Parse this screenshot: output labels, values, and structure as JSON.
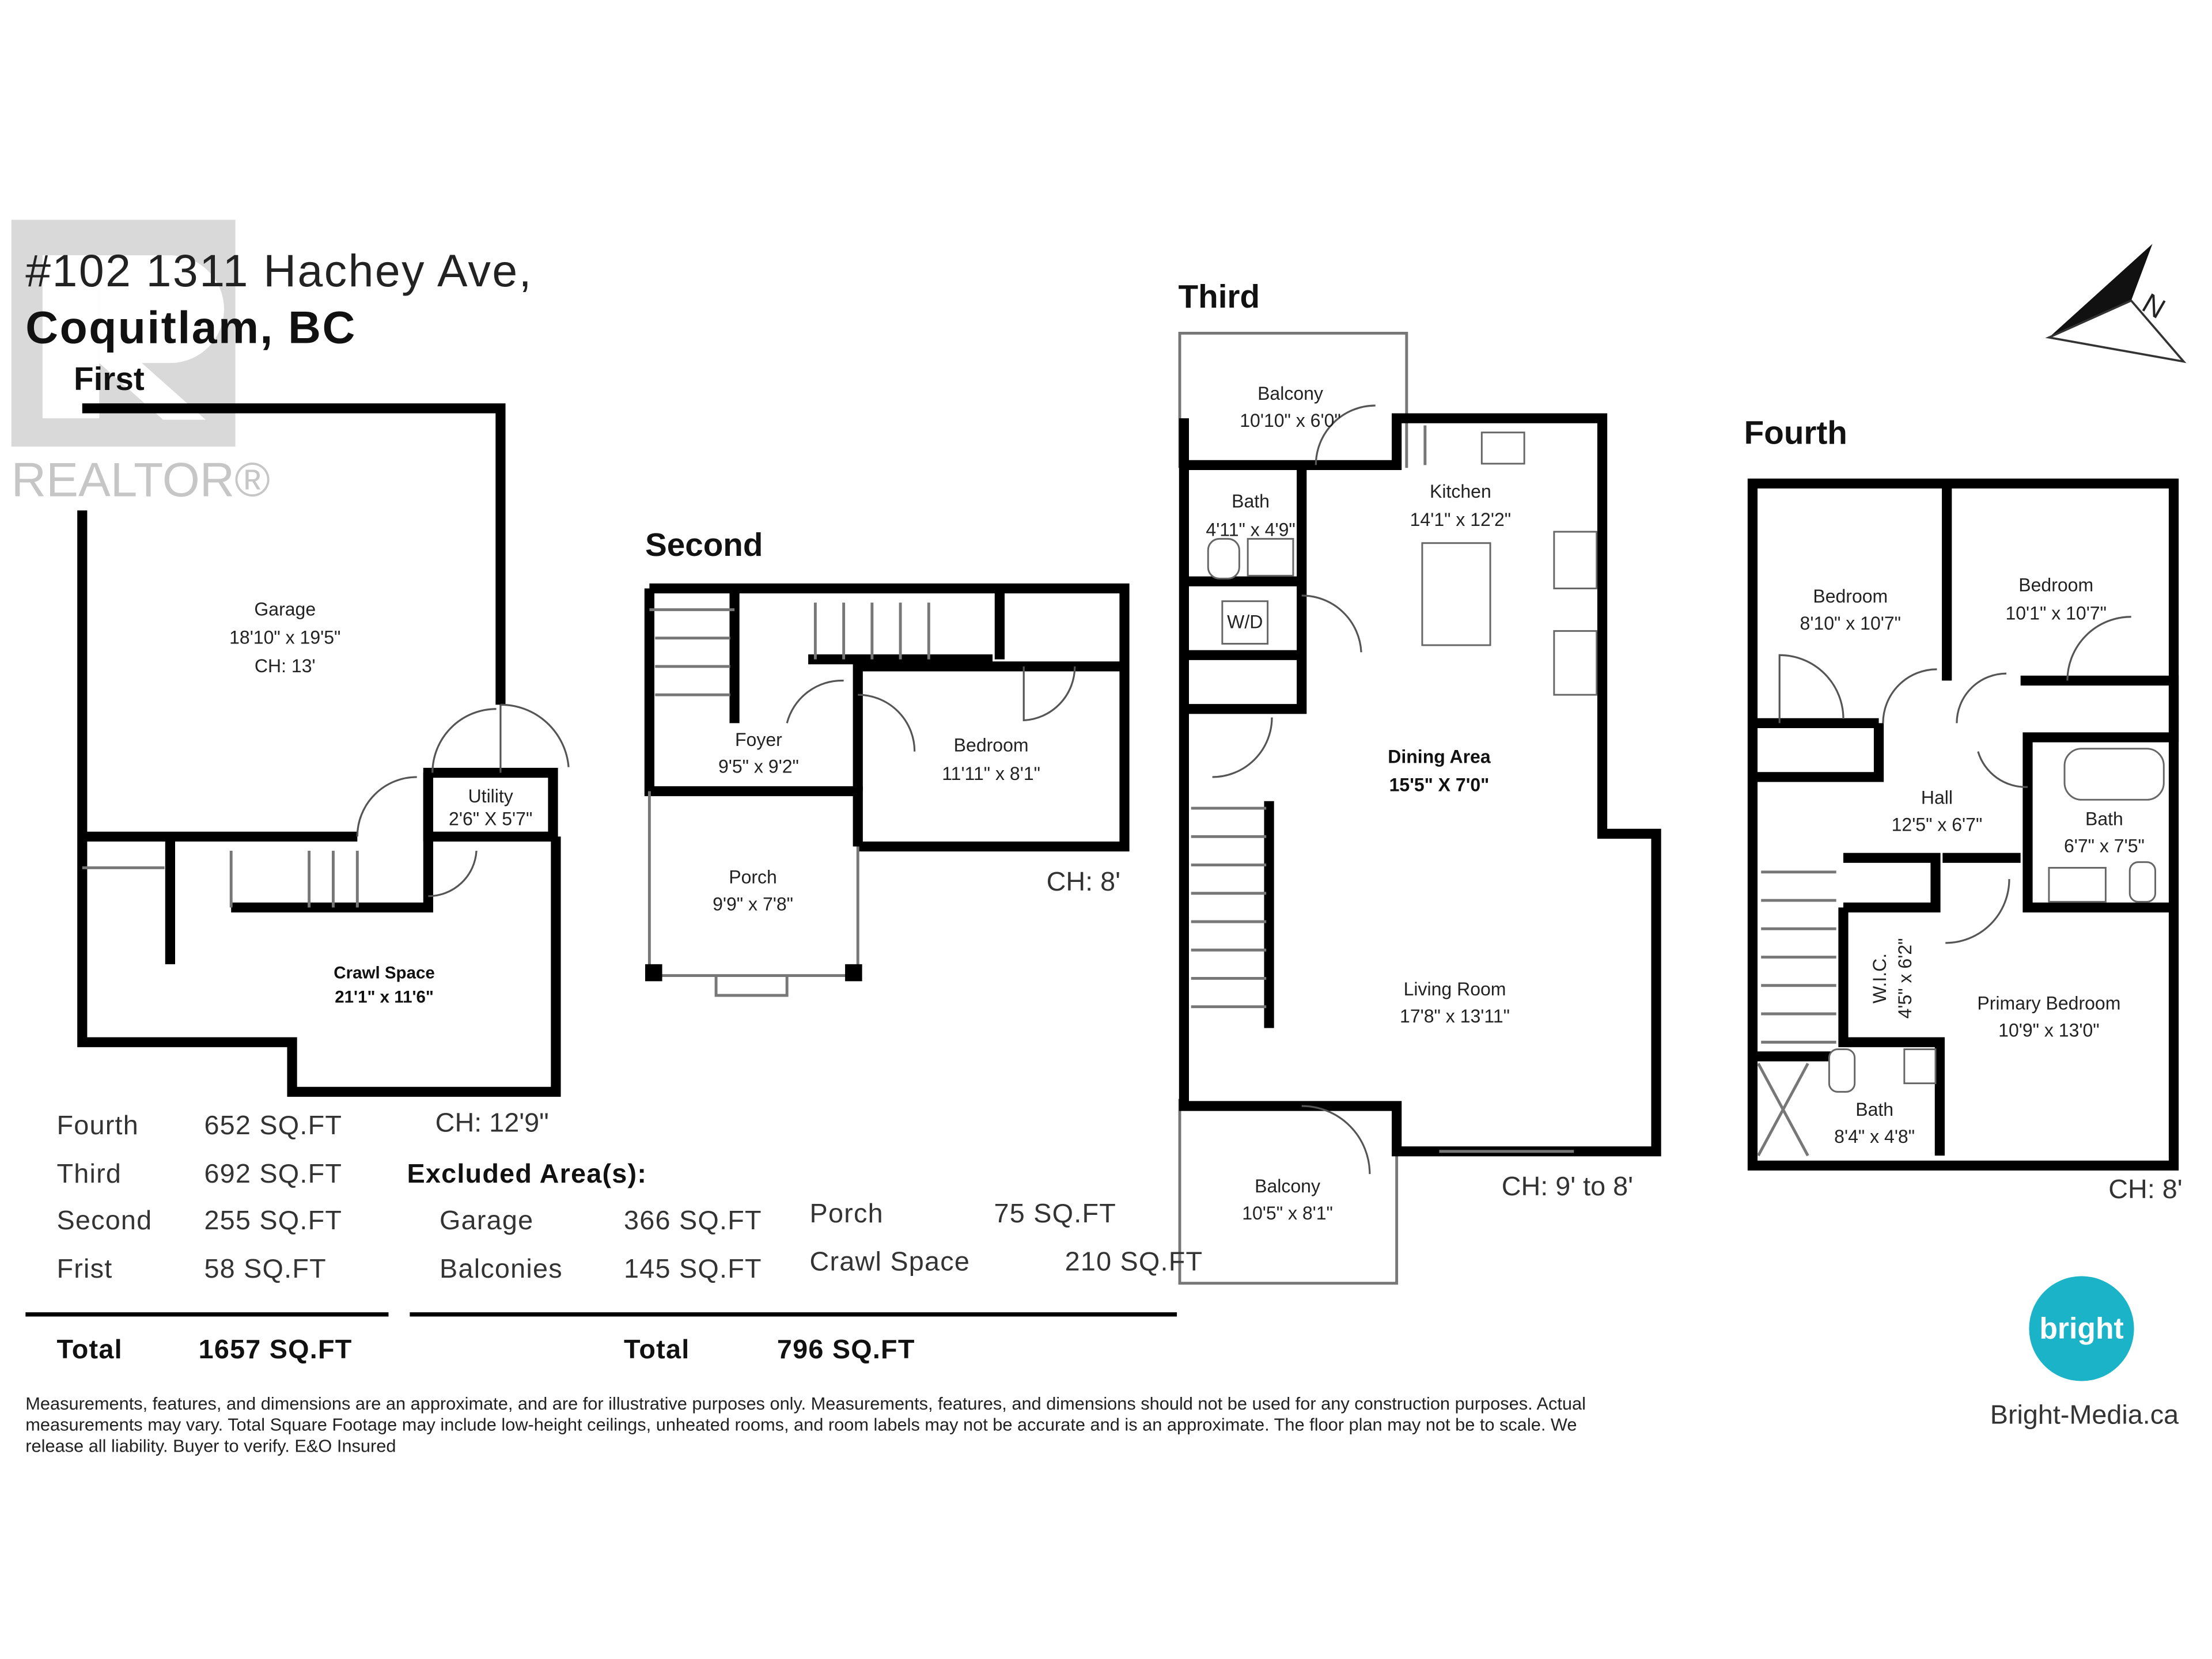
{
  "header": {
    "address_line1": "#102 1311 Hachey Ave,",
    "address_line2": "Coquitlam, BC"
  },
  "watermark": {
    "text": "REALTOR®"
  },
  "floors": {
    "first": {
      "title": "First",
      "ceiling": "CH: 12'9\"",
      "rooms": [
        {
          "name": "Garage",
          "dims": "18'10\" x 19'5\"",
          "extra": "CH: 13'"
        },
        {
          "name": "Utility",
          "dims": "2'6\" X 5'7\""
        },
        {
          "name": "Crawl Space",
          "dims": "21'1\" x 11'6\""
        }
      ]
    },
    "second": {
      "title": "Second",
      "ceiling": "CH: 8'",
      "rooms": [
        {
          "name": "Foyer",
          "dims": "9'5\" x 9'2\""
        },
        {
          "name": "Bedroom",
          "dims": "11'11\" x 8'1\""
        },
        {
          "name": "Porch",
          "dims": "9'9\" x 7'8\""
        }
      ]
    },
    "third": {
      "title": "Third",
      "ceiling": "CH: 9' to 8'",
      "rooms": [
        {
          "name": "Balcony",
          "dims": "10'10\" x 6'0\""
        },
        {
          "name": "Kitchen",
          "dims": "14'1\" x 12'2\""
        },
        {
          "name": "Bath",
          "dims": "4'11\" x 4'9\""
        },
        {
          "name": "W/D",
          "dims": ""
        },
        {
          "name": "Dining Area",
          "dims": "15'5\" X 7'0\""
        },
        {
          "name": "Living Room",
          "dims": "17'8\" x 13'11\""
        },
        {
          "name": "Balcony",
          "dims": "10'5\" x 8'1\""
        }
      ]
    },
    "fourth": {
      "title": "Fourth",
      "ceiling": "CH: 8'",
      "rooms": [
        {
          "name": "Bedroom",
          "dims": "8'10\" x 10'7\""
        },
        {
          "name": "Bedroom",
          "dims": "10'1\" x 10'7\""
        },
        {
          "name": "Hall",
          "dims": "12'5\" x 6'7\""
        },
        {
          "name": "Bath",
          "dims": "6'7\" x 7'5\""
        },
        {
          "name": "W.I.C.",
          "dims": "4'5\" x 6'2\""
        },
        {
          "name": "Primary Bedroom",
          "dims": "10'9\" x 13'0\""
        },
        {
          "name": "Bath",
          "dims": "8'4\" x 4'8\""
        }
      ]
    }
  },
  "areas": {
    "included": [
      {
        "label": "Fourth",
        "value": "652 SQ.FT"
      },
      {
        "label": "Third",
        "value": "692 SQ.FT"
      },
      {
        "label": "Second",
        "value": "255 SQ.FT"
      },
      {
        "label": "Frist",
        "value": "58 SQ.FT"
      }
    ],
    "included_total": {
      "label": "Total",
      "value": "1657 SQ.FT"
    },
    "excluded_title": "Excluded Area(s):",
    "excluded": [
      {
        "label": "Garage",
        "value": "366 SQ.FT"
      },
      {
        "label": "Balconies",
        "value": "145 SQ.FT"
      },
      {
        "label": "Porch",
        "value": "75 SQ.FT"
      },
      {
        "label": "Crawl Space",
        "value": "210 SQ.FT"
      }
    ],
    "excluded_total": {
      "label": "Total",
      "value": "796 SQ.FT"
    }
  },
  "compass": {
    "letter": "N"
  },
  "brand": {
    "logo_text": "bright",
    "website": "Bright-Media.ca",
    "color": "#1bb3c8"
  },
  "disclaimer": [
    "Measurements, features, and dimensions are an approximate, and are for illustrative purposes only. Measurements, features, and dimensions should not be used for any construction purposes. Actual",
    "measurements may vary. Total Square Footage may include low-height ceilings, unheated rooms, and room labels may not be accurate and is an approximate. The floor plan may not be to scale. We",
    "release all liability. Buyer to verify. E&O Insured"
  ]
}
